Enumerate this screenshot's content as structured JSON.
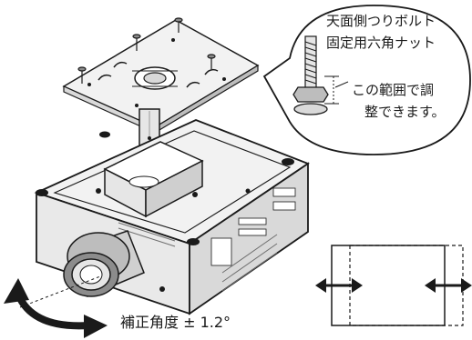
{
  "callout": {
    "line1": "天面側つりボルト",
    "line2": "固定用六角ナット",
    "note_line1": "この範囲で調",
    "note_line2": "整できます。"
  },
  "angle_label": "補正角度 ± 1.2°",
  "colors": {
    "line": "#1a1a1a",
    "fill_light": "#f2f2f2",
    "fill_mid": "#d9d9d9",
    "fill_dark": "#8c8c8c"
  }
}
